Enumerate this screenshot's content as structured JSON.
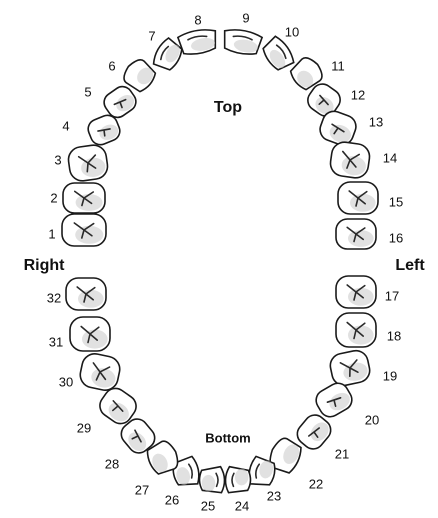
{
  "labels": {
    "top": "Top",
    "bottom": "Bottom",
    "right": "Right",
    "left": "Left"
  },
  "teeth": [
    {
      "n": "1",
      "type": "molar"
    },
    {
      "n": "2",
      "type": "molar"
    },
    {
      "n": "3",
      "type": "molar"
    },
    {
      "n": "4",
      "type": "premolar"
    },
    {
      "n": "5",
      "type": "premolar"
    },
    {
      "n": "6",
      "type": "canine"
    },
    {
      "n": "7",
      "type": "incisor"
    },
    {
      "n": "8",
      "type": "incisor"
    },
    {
      "n": "9",
      "type": "incisor"
    },
    {
      "n": "10",
      "type": "incisor"
    },
    {
      "n": "11",
      "type": "canine"
    },
    {
      "n": "12",
      "type": "premolar"
    },
    {
      "n": "13",
      "type": "premolar"
    },
    {
      "n": "14",
      "type": "molar"
    },
    {
      "n": "15",
      "type": "molar"
    },
    {
      "n": "16",
      "type": "molar"
    },
    {
      "n": "17",
      "type": "molar"
    },
    {
      "n": "18",
      "type": "molar"
    },
    {
      "n": "19",
      "type": "molar"
    },
    {
      "n": "20",
      "type": "premolar"
    },
    {
      "n": "21",
      "type": "premolar"
    },
    {
      "n": "22",
      "type": "canine"
    },
    {
      "n": "23",
      "type": "incisor"
    },
    {
      "n": "24",
      "type": "incisor"
    },
    {
      "n": "25",
      "type": "incisor"
    },
    {
      "n": "26",
      "type": "incisor"
    },
    {
      "n": "27",
      "type": "canine"
    },
    {
      "n": "28",
      "type": "premolar"
    },
    {
      "n": "29",
      "type": "premolar"
    },
    {
      "n": "30",
      "type": "molar"
    },
    {
      "n": "31",
      "type": "molar"
    },
    {
      "n": "32",
      "type": "molar"
    }
  ]
}
